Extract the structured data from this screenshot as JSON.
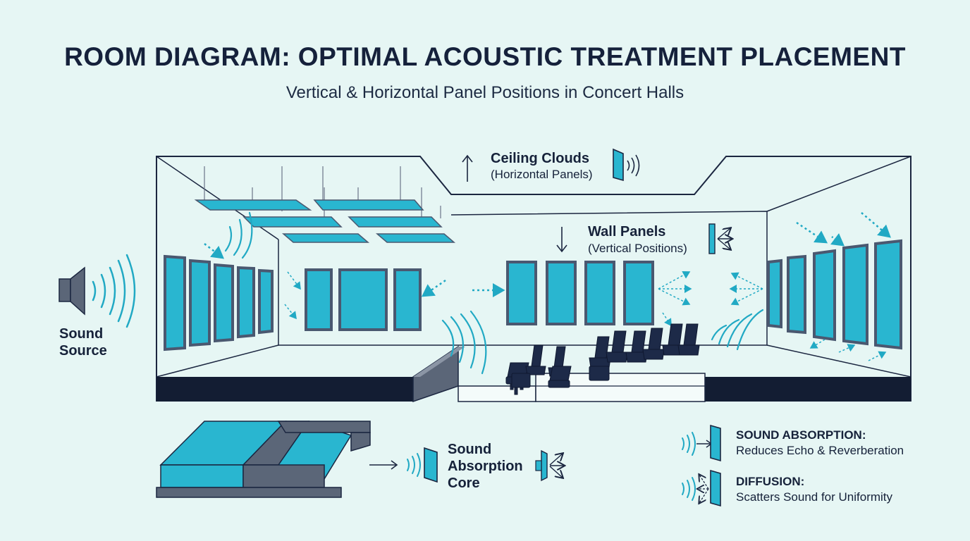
{
  "header": {
    "title": "ROOM DIAGRAM: OPTIMAL ACOUSTIC TREATMENT PLACEMENT",
    "subtitle": "Vertical & Horizontal Panel Positions in Concert Halls"
  },
  "labels": {
    "ceiling_title": "Ceiling Clouds",
    "ceiling_sub": "(Horizontal Panels)",
    "wall_title": "Wall Panels",
    "wall_sub": "(Vertical Positions)",
    "source_line1": "Sound",
    "source_line2": "Source",
    "core_line1": "Sound",
    "core_line2": "Absorption",
    "core_line3": "Core"
  },
  "legend": [
    {
      "heading": "SOUND ABSORPTION:",
      "text": "Reduces Echo & Reverberation"
    },
    {
      "heading": "DIFFUSION:",
      "text": "Scatters Sound for Uniformity"
    }
  ],
  "icons": [
    "speaker-icon",
    "arrow-up-icon",
    "arrow-down-icon",
    "absorption-panel-icon",
    "diffusion-panel-icon",
    "seat-icon"
  ],
  "colors": {
    "background": "#e6f6f4",
    "panel_fill": "#29b6d0",
    "panel_frame": "#4a5870",
    "outline": "#1b2640",
    "wave": "#21a9c4",
    "seat": "#1d2a48"
  }
}
